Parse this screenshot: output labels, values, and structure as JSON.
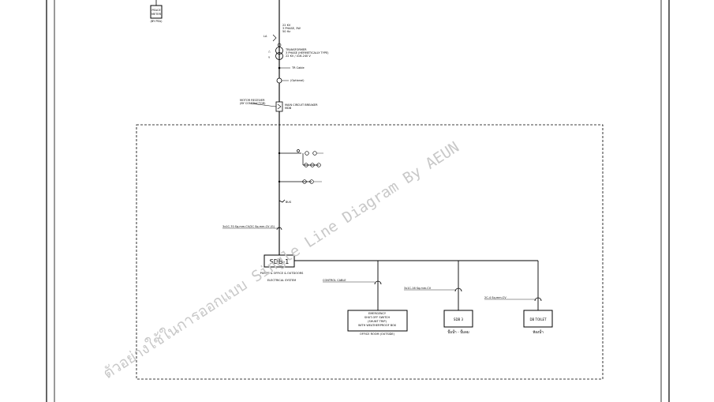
{
  "meter": {
    "label_line1": "PEACE",
    "label_line2": "METER",
    "sub": "(BY PEA)"
  },
  "service": {
    "hv_line1": "22 KV",
    "hv_line2": "3 PHASE, 3W",
    "hv_line3": "50 Hz",
    "transformer_line1": "TRANSFORMER",
    "transformer_line2": "3 PHASE (HERMETICALLY TYPE)",
    "transformer_line3": "22 KV / 416-240 V",
    "cable_label": "TR Cable",
    "meter_label": "(Optional)",
    "breaker_left": "MOTOR RECEIVER",
    "breaker_left_sub": "(BY CONTRACTOR)",
    "breaker_right": "MAIN CIRCUIT BREAKER"
  },
  "feeder": {
    "label": "3x1C-70 Sq.mm.CV/2C Sq.mm.CV (G)",
    "misc_label": "BUS"
  },
  "sdb1": {
    "name": "SDB-1",
    "caption_line1": "PUMPS & OFFICE & OUTDOORS",
    "caption_line2": "ELECTRICAL SYSTEM"
  },
  "control": {
    "label": "CONTROL CABLE"
  },
  "emergency": {
    "line1": "EMERGENCY",
    "line2": "SHUT-OFF SWITCH",
    "line3": "(SHUNT TRIP)",
    "line4": "WITH WEATHERPROOF BOX",
    "caption": "OFFICE ROOM (OUTSIDE)"
  },
  "sdb3": {
    "cable": "3x1C-16 Sq.mm.CV",
    "name": "SDB 3",
    "caption": "ปั๊มน้ำ - ปั๊มลม"
  },
  "db_toilet": {
    "cable": "2C-4 Sq.mm.CV",
    "name": "DB TOILET",
    "caption": "ห้องน้ำ"
  },
  "watermark": {
    "text": "ตัวอย่างใช้ในการออกแบบ Single Line Diagram By AEUN"
  }
}
